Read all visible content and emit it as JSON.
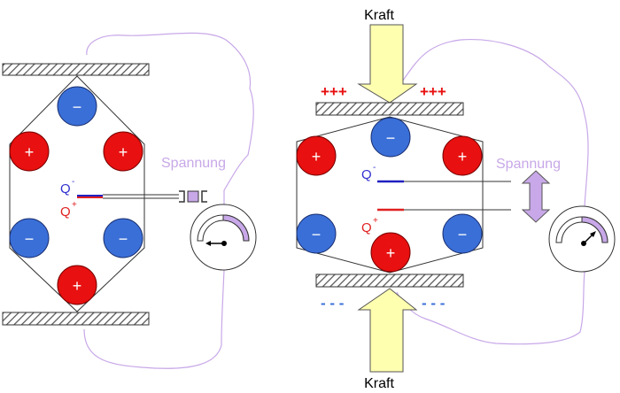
{
  "labels": {
    "force_top": "Kraft",
    "force_bottom": "Kraft",
    "voltage_left": "Spannung",
    "voltage_right": "Spannung",
    "charge_neg": "Q",
    "charge_neg_sup": "-",
    "charge_pos": "Q",
    "charge_pos_sup": "+",
    "plus_signs": "+++",
    "minus_signs": "- - -",
    "ion_plus": "+",
    "ion_minus": "−"
  },
  "colors": {
    "positive_ion": "#e81010",
    "negative_ion": "#3a6fd8",
    "wire": "#c8a8e8",
    "arrow_fill": "#ffffb0",
    "voltage_text": "#c8a8e8"
  }
}
